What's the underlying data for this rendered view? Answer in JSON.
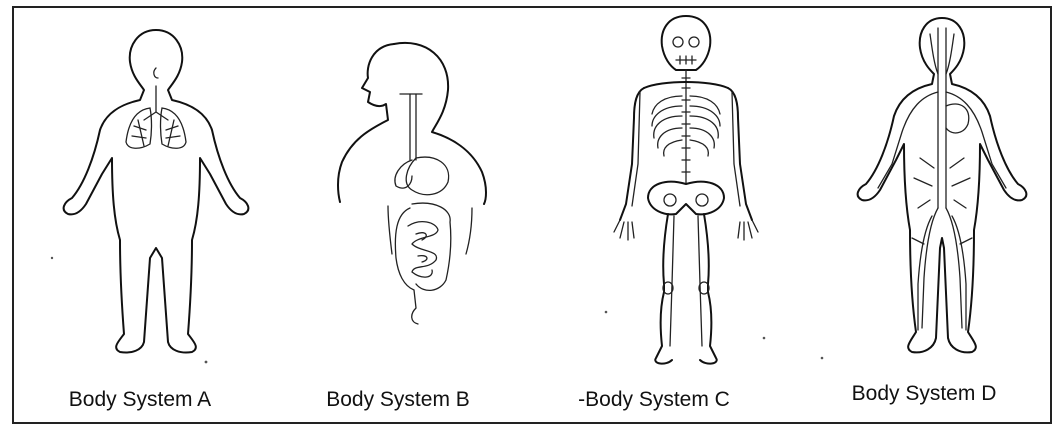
{
  "figure": {
    "panels": [
      {
        "id": "a",
        "label": "Body System A",
        "depicts": "respiratory-system"
      },
      {
        "id": "b",
        "label": "Body System B",
        "depicts": "digestive-system"
      },
      {
        "id": "c",
        "label": "-Body System C",
        "depicts": "skeletal-system"
      },
      {
        "id": "d",
        "label": "Body System D",
        "depicts": "circulatory-system"
      }
    ]
  },
  "colors": {
    "ink": "#111111",
    "background": "#ffffff"
  }
}
